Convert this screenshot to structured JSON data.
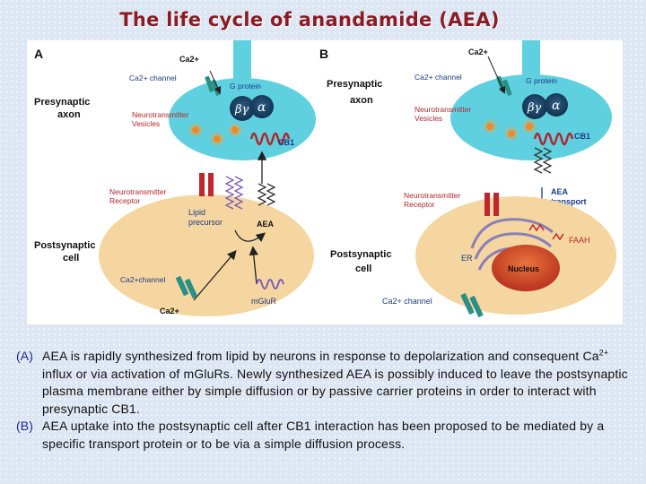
{
  "title": "The life cycle of anandamide (AEA)",
  "panel_a": {
    "letter": "A",
    "ca_top": "Ca2+",
    "ca_channel": "Ca2+ channel",
    "g_protein": "G protein",
    "beta_gamma": "βγ",
    "alpha": "α",
    "presynaptic_line1": "Presynaptic",
    "presynaptic_line2": "axon",
    "nt_vesicles_line1": "Neurotransmitter",
    "nt_vesicles_line2": "Vesicles",
    "cb1": "CB1",
    "nt_receptor_line1": "Neurotransmitter",
    "nt_receptor_line2": "Receptor",
    "lipid_line1": "Lipid",
    "lipid_line2": "precursor",
    "aea": "AEA",
    "postsynaptic_line1": "Postsynaptic",
    "postsynaptic_line2": "cell",
    "ca_channel_bottom": "Ca2+channel",
    "ca_bottom": "Ca2+",
    "mglur": "mGluR"
  },
  "panel_b": {
    "letter": "B",
    "ca_top": "Ca2+",
    "ca_channel": "Ca2+ channel",
    "g_protein": "G protein",
    "beta_gamma": "βγ",
    "alpha": "α",
    "presynaptic_line1": "Presynaptic",
    "presynaptic_line2": "axon",
    "nt_vesicles_line1": "Neurotransmitter",
    "nt_vesicles_line2": "Vesicles",
    "cb1": "CB1",
    "aea_transport_line1": "AEA",
    "aea_transport_line2": "transport",
    "nt_receptor_line1": "Neurotransmitter",
    "nt_receptor_line2": "Receptor",
    "faah": "FAAH",
    "er": "ER",
    "nucleus": "Nucleus",
    "postsynaptic_line1": "Postsynaptic",
    "postsynaptic_line2": "cell",
    "ca_channel_bottom": "Ca2+ channel"
  },
  "caption": {
    "a_label": "(A)",
    "a_text_1": "AEA is rapidly synthesized from lipid by neurons in response to depolarization and consequent Ca",
    "a_sup": "2+",
    "a_text_2": " influx or via activation of mGluRs. Newly synthesized AEA is possibly induced to leave the postsynaptic plasma membrane either by simple diffusion or by passive carrier proteins in order to interact with presynaptic CB1.",
    "b_label": "(B)",
    "b_text": "AEA uptake into the postsynaptic cell after CB1 interaction has been proposed to be mediated by a specific transport protein or to be via a simple diffusion process."
  },
  "colors": {
    "title": "#8b1c24",
    "presynaptic": "#5fd0df",
    "postsynaptic": "#f5d6a0",
    "receptor": "#c0262c",
    "channel": "#2b8f86",
    "label_blue": "#1c3a8a",
    "label_red": "#b3262c",
    "nucleus": "#c8402a"
  }
}
